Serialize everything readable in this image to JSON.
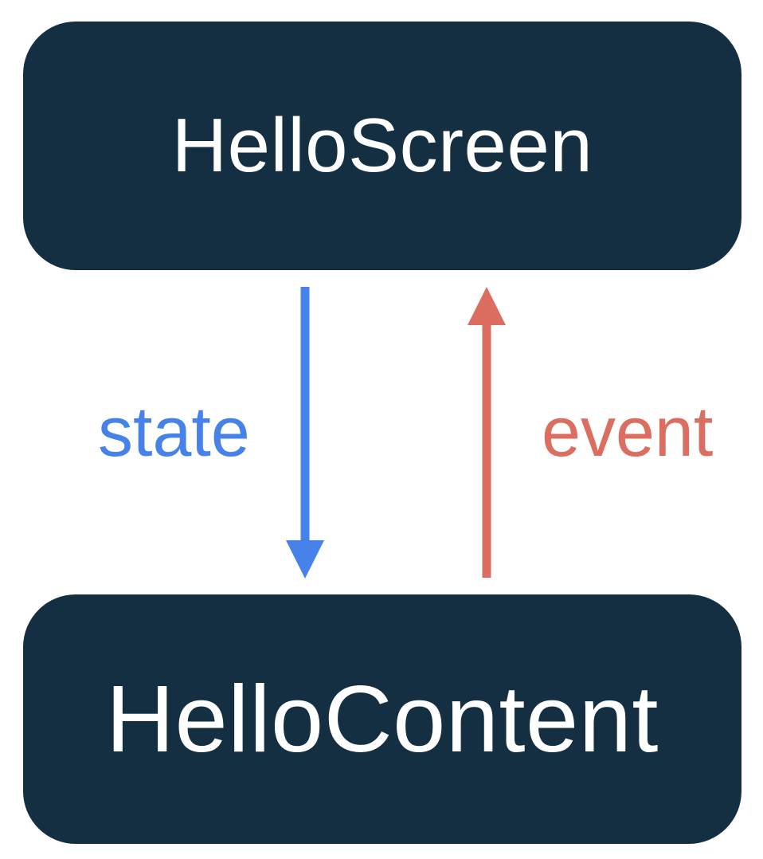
{
  "diagram": {
    "top_box": {
      "label": "HelloScreen"
    },
    "bottom_box": {
      "label": "HelloContent"
    },
    "state_arrow": {
      "label": "state",
      "direction": "down"
    },
    "event_arrow": {
      "label": "event",
      "direction": "up"
    }
  },
  "colors": {
    "page_background": "#FFFFFF",
    "box_background": "#142F42",
    "box_text": "#FFFFFF",
    "state_arrow": "#4682EA",
    "event_arrow": "#DB6E61"
  }
}
